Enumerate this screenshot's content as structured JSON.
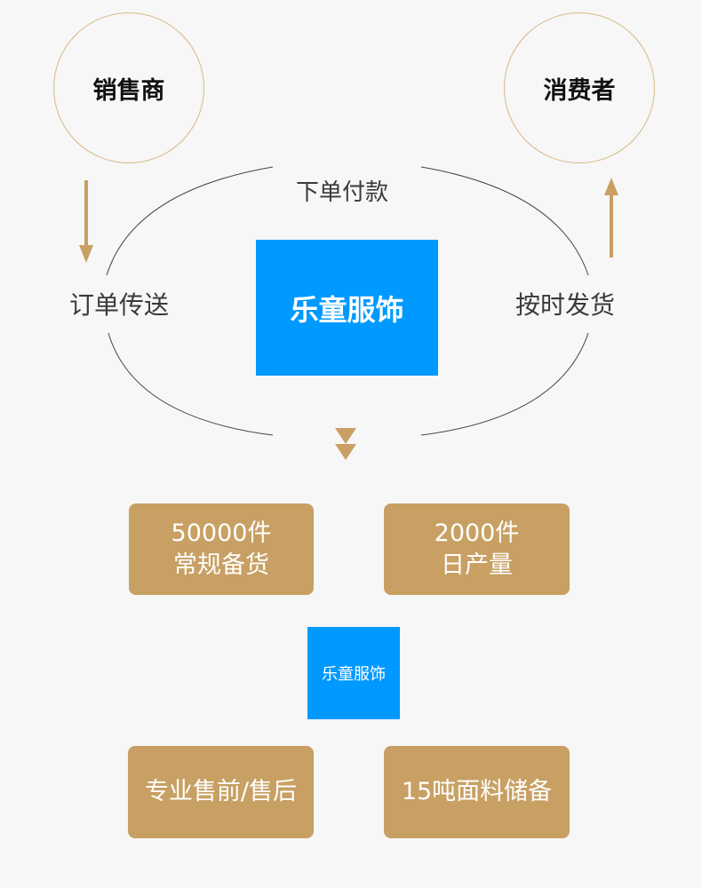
{
  "top": {
    "left_circle": "销售商",
    "right_circle": "消费者"
  },
  "cycle": {
    "top_label": "下单付款",
    "left_label": "订单传送",
    "right_label": "按时发货",
    "center": "乐童服饰"
  },
  "boxes": {
    "box1_line1": "50000件",
    "box1_line2": "常规备货",
    "box2_line1": "2000件",
    "box2_line2": "日产量",
    "center_small": "乐童服饰",
    "box3": "专业售前/售后",
    "box4": "15吨面料储备"
  },
  "colors": {
    "accent_blue": "#0099ff",
    "tan": "#c8a063",
    "circle_border": "#d9b98a"
  }
}
